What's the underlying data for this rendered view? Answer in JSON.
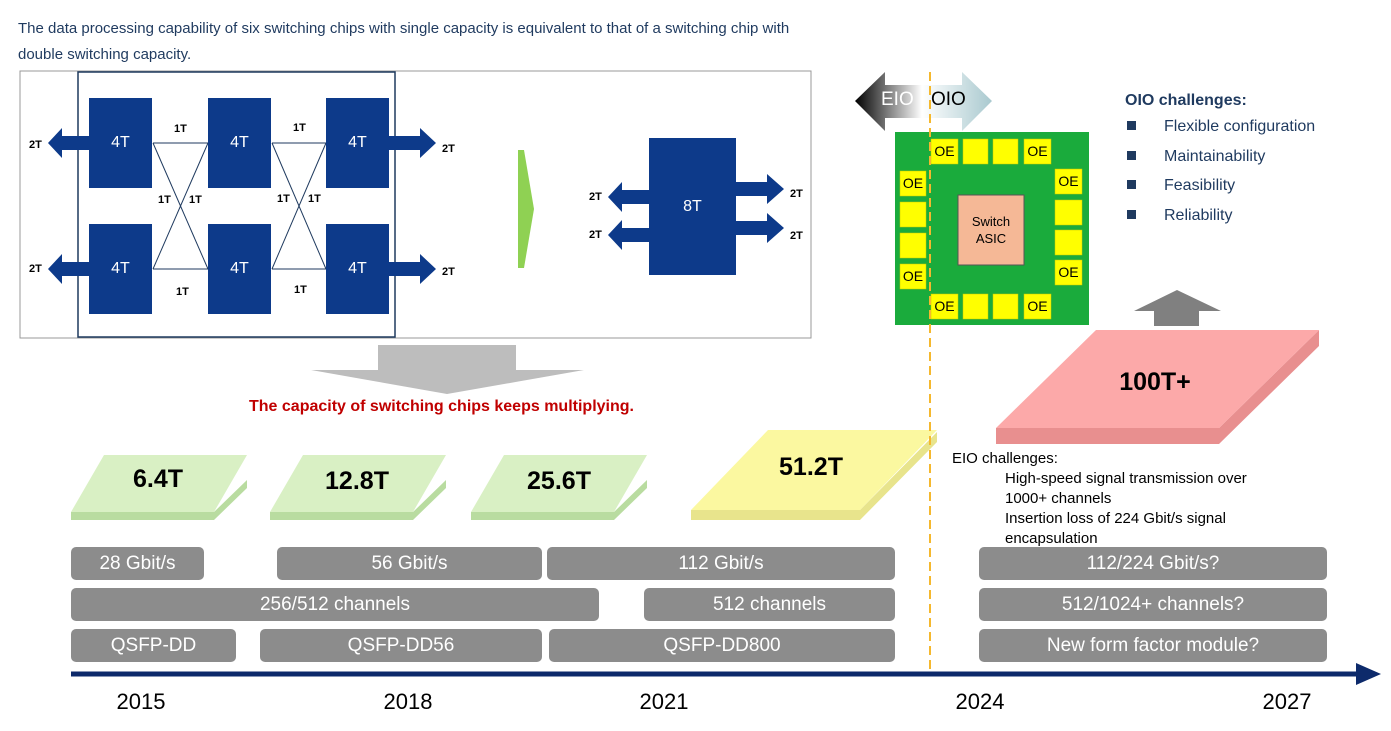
{
  "intro_text": "The data processing capability of six switching chips with single capacity is equivalent to that of a switching chip with double switching capacity.",
  "diagram_left": {
    "chips": [
      "4T",
      "4T",
      "4T",
      "4T",
      "4T",
      "4T"
    ],
    "links": [
      "1T",
      "1T",
      "1T",
      "1T",
      "1T",
      "1T",
      "1T",
      "1T"
    ],
    "ports": [
      "2T",
      "2T",
      "2T",
      "2T"
    ]
  },
  "diagram_right": {
    "chip": "8T",
    "ports": [
      "2T",
      "2T",
      "2T",
      "2T"
    ]
  },
  "capacity_note": "The capacity of switching chips keeps multiplying.",
  "eio_oio": {
    "eio_label": "EIO",
    "oio_label": "OIO",
    "oe_label": "OE",
    "asic_label": "Switch\nASIC"
  },
  "oio_challenges": {
    "title": "OIO challenges:",
    "items": [
      "Flexible configuration",
      "Maintainability",
      "Feasibility",
      "Reliability"
    ]
  },
  "capacities": [
    "6.4T",
    "12.8T",
    "25.6T",
    "51.2T",
    "100T+"
  ],
  "eio_challenges": {
    "title": "EIO challenges:",
    "items": [
      "High-speed signal transmission over 1000+ channels",
      "Insertion loss of 224 Gbit/s signal encapsulation"
    ]
  },
  "rates": [
    "28 Gbit/s",
    "56 Gbit/s",
    "112 Gbit/s",
    "112/224 Gbit/s?"
  ],
  "channels": [
    "256/512 channels",
    "512 channels",
    "512/1024+ channels?"
  ],
  "form_factors": [
    "QSFP-DD",
    "QSFP-DD56",
    "QSFP-DD800",
    "New form factor module?"
  ],
  "years": [
    "2015",
    "2018",
    "2021",
    "2024",
    "2027"
  ],
  "colors": {
    "chip_blue": "#0d3a8a",
    "green_board": "#1aab3c",
    "oe_yellow": "#ffff00",
    "asic": "#f5b896",
    "pill_gray": "#8c8c8c",
    "timeline": "#0d2a6b",
    "green_plate": "#d9f0c4",
    "yellow_plate": "#fbf8a0",
    "red_plate": "#fca9a9",
    "dashed_line": "#f5b82e"
  }
}
